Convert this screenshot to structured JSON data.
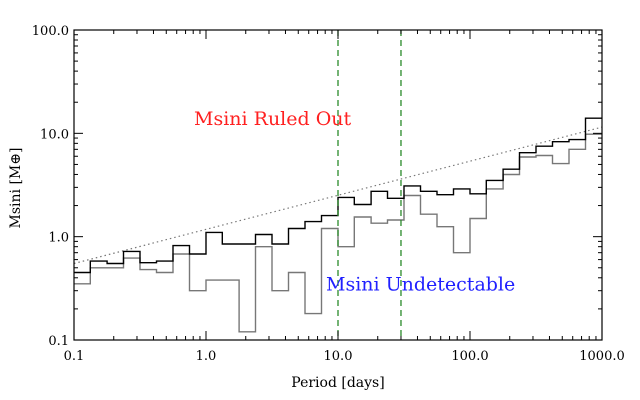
{
  "chart_data": {
    "type": "line",
    "xlabel": "Period [days]",
    "ylabel": "Msini [M⊕]",
    "x_scale": "log",
    "y_scale": "log",
    "xlim": [
      0.1,
      1000.0
    ],
    "ylim": [
      0.1,
      100.0
    ],
    "x_ticks": [
      "0.1",
      "1.0",
      "10.0",
      "100.0",
      "1000.0"
    ],
    "y_ticks": [
      "0.1",
      "1.0",
      "10.0",
      "100.0"
    ],
    "grid": false,
    "legend": "none",
    "bin_edges": [
      0.1,
      0.133,
      0.178,
      0.237,
      0.316,
      0.422,
      0.562,
      0.75,
      1.0,
      1.33,
      1.78,
      2.37,
      3.16,
      4.22,
      5.62,
      7.5,
      10.0,
      13.3,
      17.8,
      23.7,
      31.6,
      42.2,
      56.2,
      75.0,
      100.0,
      133,
      178,
      237,
      316,
      422,
      562,
      750,
      1000
    ],
    "series": [
      {
        "color": "#000000",
        "values": [
          0.45,
          0.58,
          0.55,
          0.72,
          0.56,
          0.58,
          0.82,
          0.68,
          1.1,
          0.85,
          0.85,
          1.05,
          0.85,
          1.2,
          1.4,
          1.6,
          2.4,
          2.05,
          2.75,
          2.35,
          3.1,
          2.75,
          2.55,
          2.9,
          2.6,
          3.5,
          4.5,
          6.5,
          7.5,
          8.3,
          8.7,
          14.0
        ]
      },
      {
        "color": "#777777",
        "values": [
          0.35,
          0.5,
          0.5,
          0.62,
          0.48,
          0.45,
          0.68,
          0.3,
          0.38,
          0.38,
          0.12,
          0.8,
          0.3,
          0.45,
          0.18,
          1.2,
          0.8,
          1.55,
          1.35,
          1.45,
          2.5,
          1.65,
          1.25,
          0.7,
          1.5,
          2.9,
          4.0,
          5.9,
          6.1,
          5.1,
          7.0,
          9.8
        ]
      },
      {
        "color": "#777777",
        "style": "dotted",
        "x": [
          0.1,
          1000
        ],
        "values": [
          0.55,
          11.5
        ]
      }
    ],
    "vlines": [
      {
        "x": 10.0,
        "color": "#2a8a2a",
        "style": "dashed"
      },
      {
        "x": 30.0,
        "color": "#2a8a2a",
        "style": "dashed"
      }
    ],
    "annotations": [
      {
        "text": "Msini Ruled Out",
        "x": 1.0,
        "y": 12.0,
        "color": "#ff2020"
      },
      {
        "text": "Msini Undetectable",
        "x": 10.0,
        "y": 0.3,
        "color": "#2020ff"
      }
    ]
  }
}
